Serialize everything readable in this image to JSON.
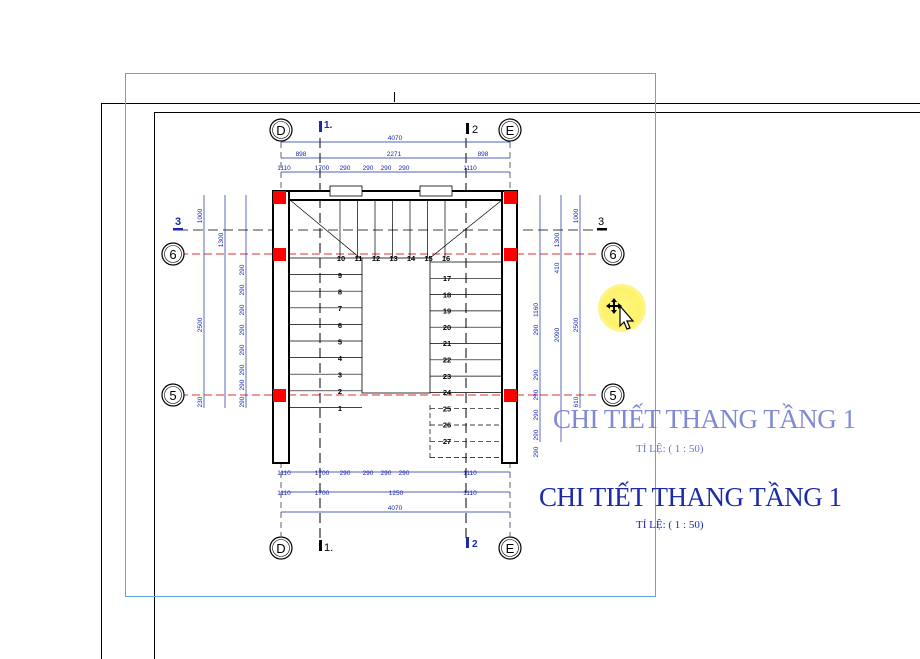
{
  "drawing": {
    "grid_labels": {
      "d": "D",
      "e": "E",
      "six": "6",
      "five": "5"
    },
    "section_marks": {
      "one": "1.",
      "two": "2",
      "three": "3"
    },
    "dims_top": {
      "overall": "4070",
      "left": "898",
      "middle": "2271",
      "right": "898",
      "row2": [
        "1110",
        "1700",
        "290",
        "290",
        "290",
        "290",
        "1110"
      ]
    },
    "dims_bottom": {
      "row1": [
        "1110",
        "1700",
        "290",
        "290",
        "290",
        "290",
        "1110"
      ],
      "row2": [
        "1110",
        "1700",
        "1250",
        "1110"
      ],
      "overall": "4070"
    },
    "dims_left": {
      "outer": [
        "1000",
        "2500",
        "230"
      ],
      "inner": [
        "1300",
        "290",
        "290",
        "290",
        "290",
        "290",
        "290",
        "290",
        "290"
      ]
    },
    "dims_right": {
      "outer": [
        "1000",
        "2500",
        "610"
      ],
      "middle": [
        "1300",
        "410",
        "2090"
      ],
      "inner": [
        "1160",
        "290",
        "290",
        "290",
        "290",
        "290",
        "290"
      ]
    },
    "steps": {
      "top_row": [
        "10",
        "11",
        "12",
        "13",
        "14",
        "15",
        "16"
      ],
      "left_column": [
        "9",
        "8",
        "7",
        "6",
        "5",
        "4",
        "3",
        "2",
        "1"
      ],
      "right_column": [
        "17",
        "18",
        "19",
        "20",
        "21",
        "22",
        "23",
        "24",
        "25",
        "26",
        "27"
      ]
    }
  },
  "titles": {
    "main": "CHI TIẾT THANG TẦNG 1",
    "scale": "TỈ LỆ: ( 1 : 50)"
  },
  "colors": {
    "dimension_blue": "#1a2aa8",
    "column_red": "#ff0000",
    "axis_red": "#e03030",
    "selection_border": "#5aa9d8",
    "cursor_highlight": "#fff26a"
  }
}
